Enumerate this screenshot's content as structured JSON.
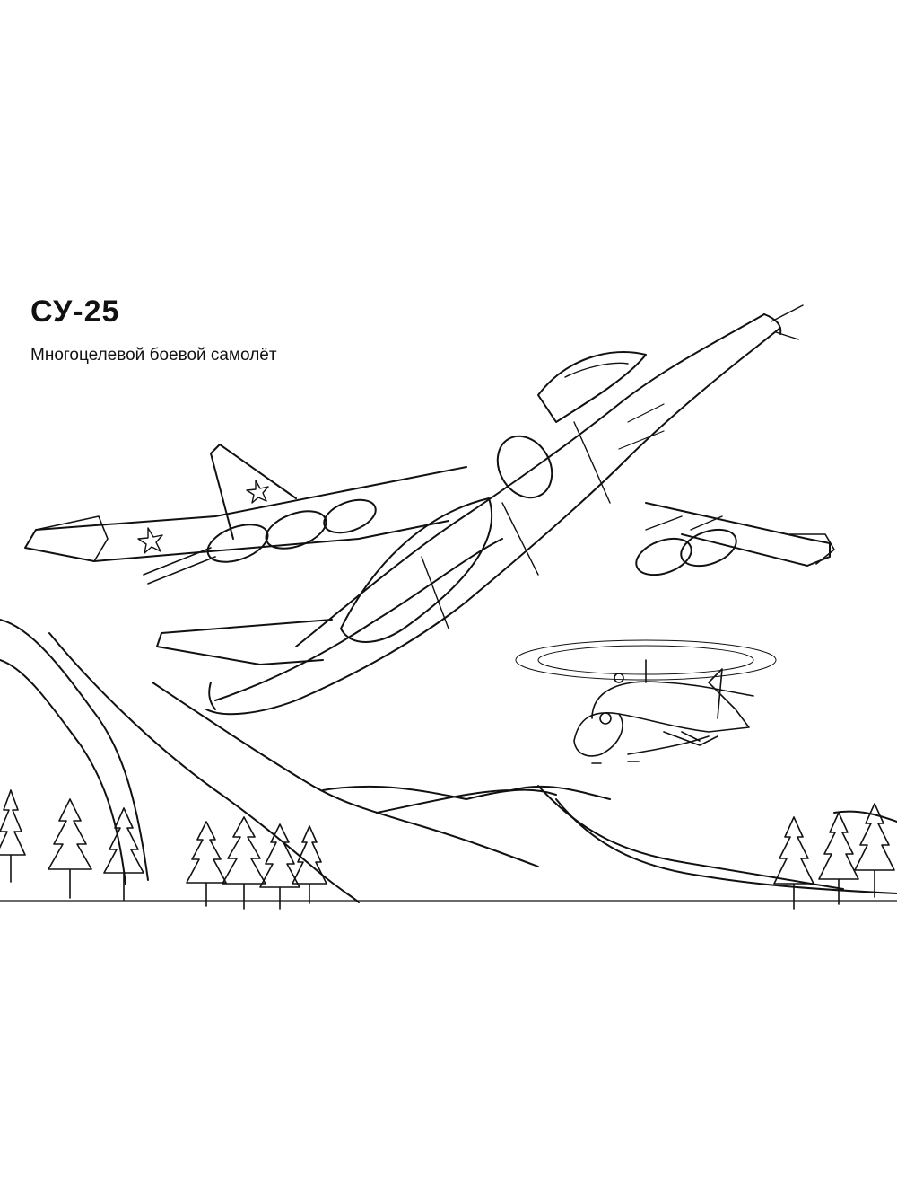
{
  "title": "СУ-25",
  "subtitle": "Многоцелевой боевой самолёт",
  "colors": {
    "ink": "#111111",
    "paper": "#ffffff"
  },
  "illustration": {
    "subjects": [
      "jet-aircraft",
      "helicopter",
      "mountains",
      "trees"
    ]
  }
}
